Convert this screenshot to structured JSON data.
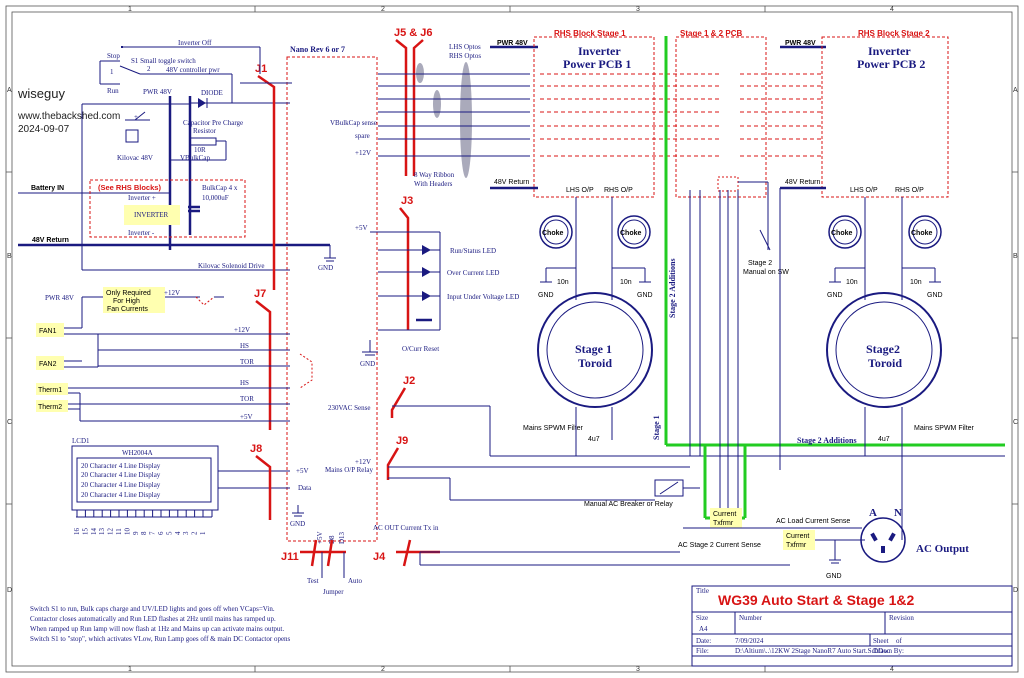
{
  "watermark": {
    "user": "wiseguy",
    "site": "www.thebackshed.com",
    "date": "2024-09-07"
  },
  "grid": {
    "cols": [
      "1",
      "2",
      "3",
      "4"
    ],
    "rows": [
      "A",
      "B",
      "C",
      "D"
    ]
  },
  "connectors": {
    "j1": "J1",
    "j56": "J5 & J6",
    "j3": "J3",
    "j7": "J7",
    "j2": "J2",
    "j9": "J9",
    "j8": "J8",
    "j11": "J11",
    "j4": "J4"
  },
  "nano": {
    "title": "Nano Rev 6 or 7"
  },
  "switch": {
    "stop": "Stop",
    "run": "Run",
    "s1": "S1 Small toggle switch",
    "one": "1",
    "two": "2",
    "inverter_off": "Inverter Off",
    "ctrl_pwr": "48V controller pwr",
    "pwr48": "PWR 48V",
    "diode": "DIODE",
    "cap_precharge": "Capacitor Pre Charge",
    "resistor": "Resistor",
    "r10": "10R",
    "vbulkcap": "VBulkCap",
    "kilovac": "Kilovac 48V",
    "kilovac_drive": "Kilovac Solenoid Drive",
    "battery_in": "Battery IN",
    "see_rhs": "(See RHS Blocks)",
    "inv_plus": "Inverter +",
    "inverter": "INVERTER",
    "inv_minus": "Inverter -",
    "bulkcap": "BulkCap 4 x",
    "bulkcap_val": "10,000uF",
    "ret48": "48V Return",
    "plus": "+"
  },
  "ribbon": {
    "lhs_optos": "LHS Optos",
    "rhs_optos": "RHS Optos",
    "vbulk_sense": "VBulkCap sense",
    "spare": "spare",
    "v12": "+12V",
    "eight_way": "8 Way Ribbon",
    "with_headers": "With Headers"
  },
  "j3": {
    "v5": "+5V",
    "run_led": "Run/Status LED",
    "oc_led": "Over Current LED",
    "uv_led": "Input Under Voltage LED",
    "oc_reset": "O/Curr Reset",
    "gnd": "GND"
  },
  "fans": {
    "pwr48": "PWR 48V",
    "only_req": "Only Required",
    "for_high": "For High",
    "fan_currents": "Fan Currents",
    "v12a": "+12V",
    "v12b": "+12V",
    "fan1": "FAN1",
    "fan2": "FAN2",
    "therm1": "Therm1",
    "therm2": "Therm2",
    "hs1": "HS",
    "tor1": "TOR",
    "hs2": "HS",
    "tor2": "TOR",
    "v5": "+5V"
  },
  "lcd": {
    "label": "LCD1",
    "model": "WH2004A",
    "lines": [
      "20 Character 4 Line Display",
      "20 Character 4 Line Display",
      "20 Character 4 Line Display",
      "20 Character 4 Line Display"
    ],
    "pins": [
      "16",
      "15",
      "14",
      "13",
      "12",
      "11",
      "10",
      "9",
      "8",
      "7",
      "6",
      "5",
      "4",
      "3",
      "2",
      "1"
    ],
    "v5": "+5V",
    "data": "Data"
  },
  "j2": {
    "sense": "230VAC Sense"
  },
  "j9": {
    "v12": "+12V",
    "relay": "Mains O/P Relay"
  },
  "j11": {
    "pins": [
      "+5V",
      "D8",
      "D13"
    ],
    "test": "Test",
    "auto": "Auto",
    "jumper": "Jumper"
  },
  "j4": {
    "label": "AC OUT Current Tx in"
  },
  "stage1": {
    "block": "RHS Block Stage 1",
    "pwr48": "PWR 48V",
    "title1": "Inverter",
    "title2": "Power PCB 1",
    "ret48": "48V Return",
    "lhs": "LHS O/P",
    "rhs": "RHS O/P",
    "choke1": "Choke",
    "choke2": "Choke",
    "c1": "10n",
    "c2": "10n",
    "gnd1": "GND",
    "gnd2": "GND",
    "toroid1": "Stage 1",
    "toroid2": "Toroid",
    "filter": "Mains SPWM Filter",
    "cap": "4u7",
    "stage_label": "Stage 1",
    "additions": "Stage 2 Additions"
  },
  "pcb12": {
    "block": "Stage 1 & 2 PCB",
    "stage2": "Stage 2",
    "manual": "Manual on SW"
  },
  "stage2": {
    "block": "RHS Block Stage 2",
    "pwr48": "PWR 48V",
    "title1": "Inverter",
    "title2": "Power PCB 2",
    "ret48": "48V Return",
    "lhs": "LHS O/P",
    "rhs": "RHS O/P",
    "choke1": "Choke",
    "choke2": "Choke",
    "c1": "10n",
    "c2": "10n",
    "gnd1": "GND",
    "gnd2": "GND",
    "toroid1": "Stage2",
    "toroid2": "Toroid",
    "filter": "Mains SPWM Filter",
    "cap": "4u7",
    "additions": "Stage 2 Additions"
  },
  "ac": {
    "breaker": "Manual AC Breaker or Relay",
    "current": "Current",
    "txfrmr": "Txfrmr",
    "current2": "Current",
    "txfrmr2": "Txfrmr",
    "load_sense": "AC Load Current Sense",
    "stage2_sense": "AC Stage 2 Current Sense",
    "a": "A",
    "n": "N",
    "output": "AC Output",
    "gnd": "GND"
  },
  "notes": [
    "Switch S1 to run, Bulk caps charge and UV/LED lights and goes off when VCaps=Vin.",
    "Contactor closes automatically and Run LED flashes at 2Hz until mains has ramped up.",
    "When ramped up Run lamp will now flash at 1Hz and Mains up can activate mains output.",
    "Switch S1 to \"stop\", which activates VLow, Run Lamp goes off & main DC Contactor opens"
  ],
  "titleblock": {
    "title_lbl": "Title",
    "title": "WG39 Auto Start & Stage 1&2",
    "size_lbl": "Size",
    "size": "A4",
    "number_lbl": "Number",
    "revision_lbl": "Revision",
    "date_lbl": "Date:",
    "date": "7/09/2024",
    "file_lbl": "File:",
    "file": "D:\\Altium\\..\\12KW 2Stage NanoR7 Auto Start.SchDoc",
    "sheet_lbl": "Sheet",
    "of": "of",
    "drawn_by": "Drawn By:"
  },
  "colors": {
    "wire": "#1a1a80",
    "connector": "#d81414",
    "stage2_wire": "#22cc22",
    "highlight": "#ffffb0"
  }
}
